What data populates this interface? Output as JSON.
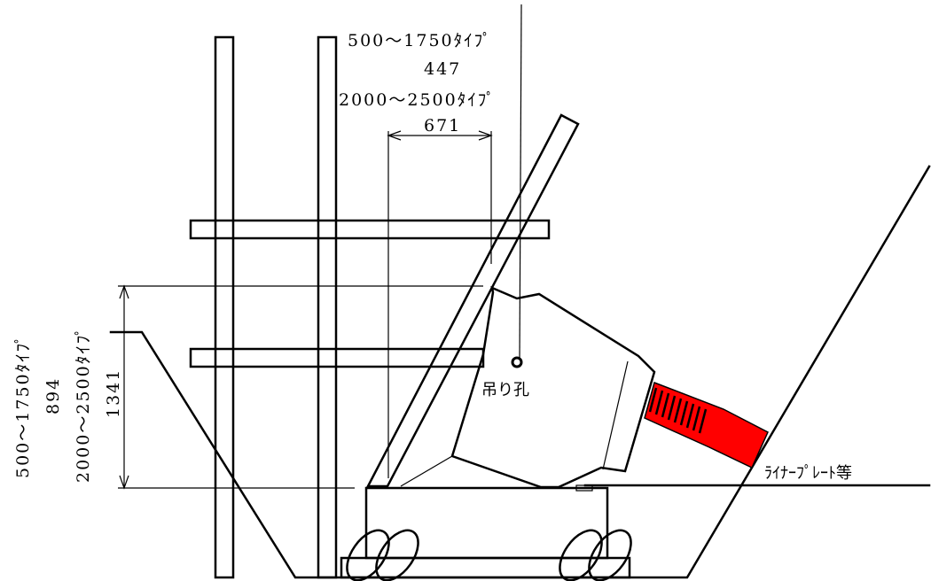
{
  "labels": {
    "type_small_top": "500〜1750ﾀｲﾌﾟ",
    "dim_447": "447",
    "type_large_top": "2000〜2500ﾀｲﾌﾟ",
    "dim_671": "671",
    "type_small_side": "500〜1750ﾀｲﾌﾟ",
    "dim_894": "894",
    "type_large_side": "2000〜2500ﾀｲﾌﾟ",
    "dim_1341": "1341",
    "lifting_hole": "吊り孔",
    "liner_plate": "ﾗｲﾅｰﾌﾟﾚｰﾄ等"
  },
  "colors": {
    "line": "#000000",
    "jack": "#ff0000",
    "background": "#ffffff"
  }
}
